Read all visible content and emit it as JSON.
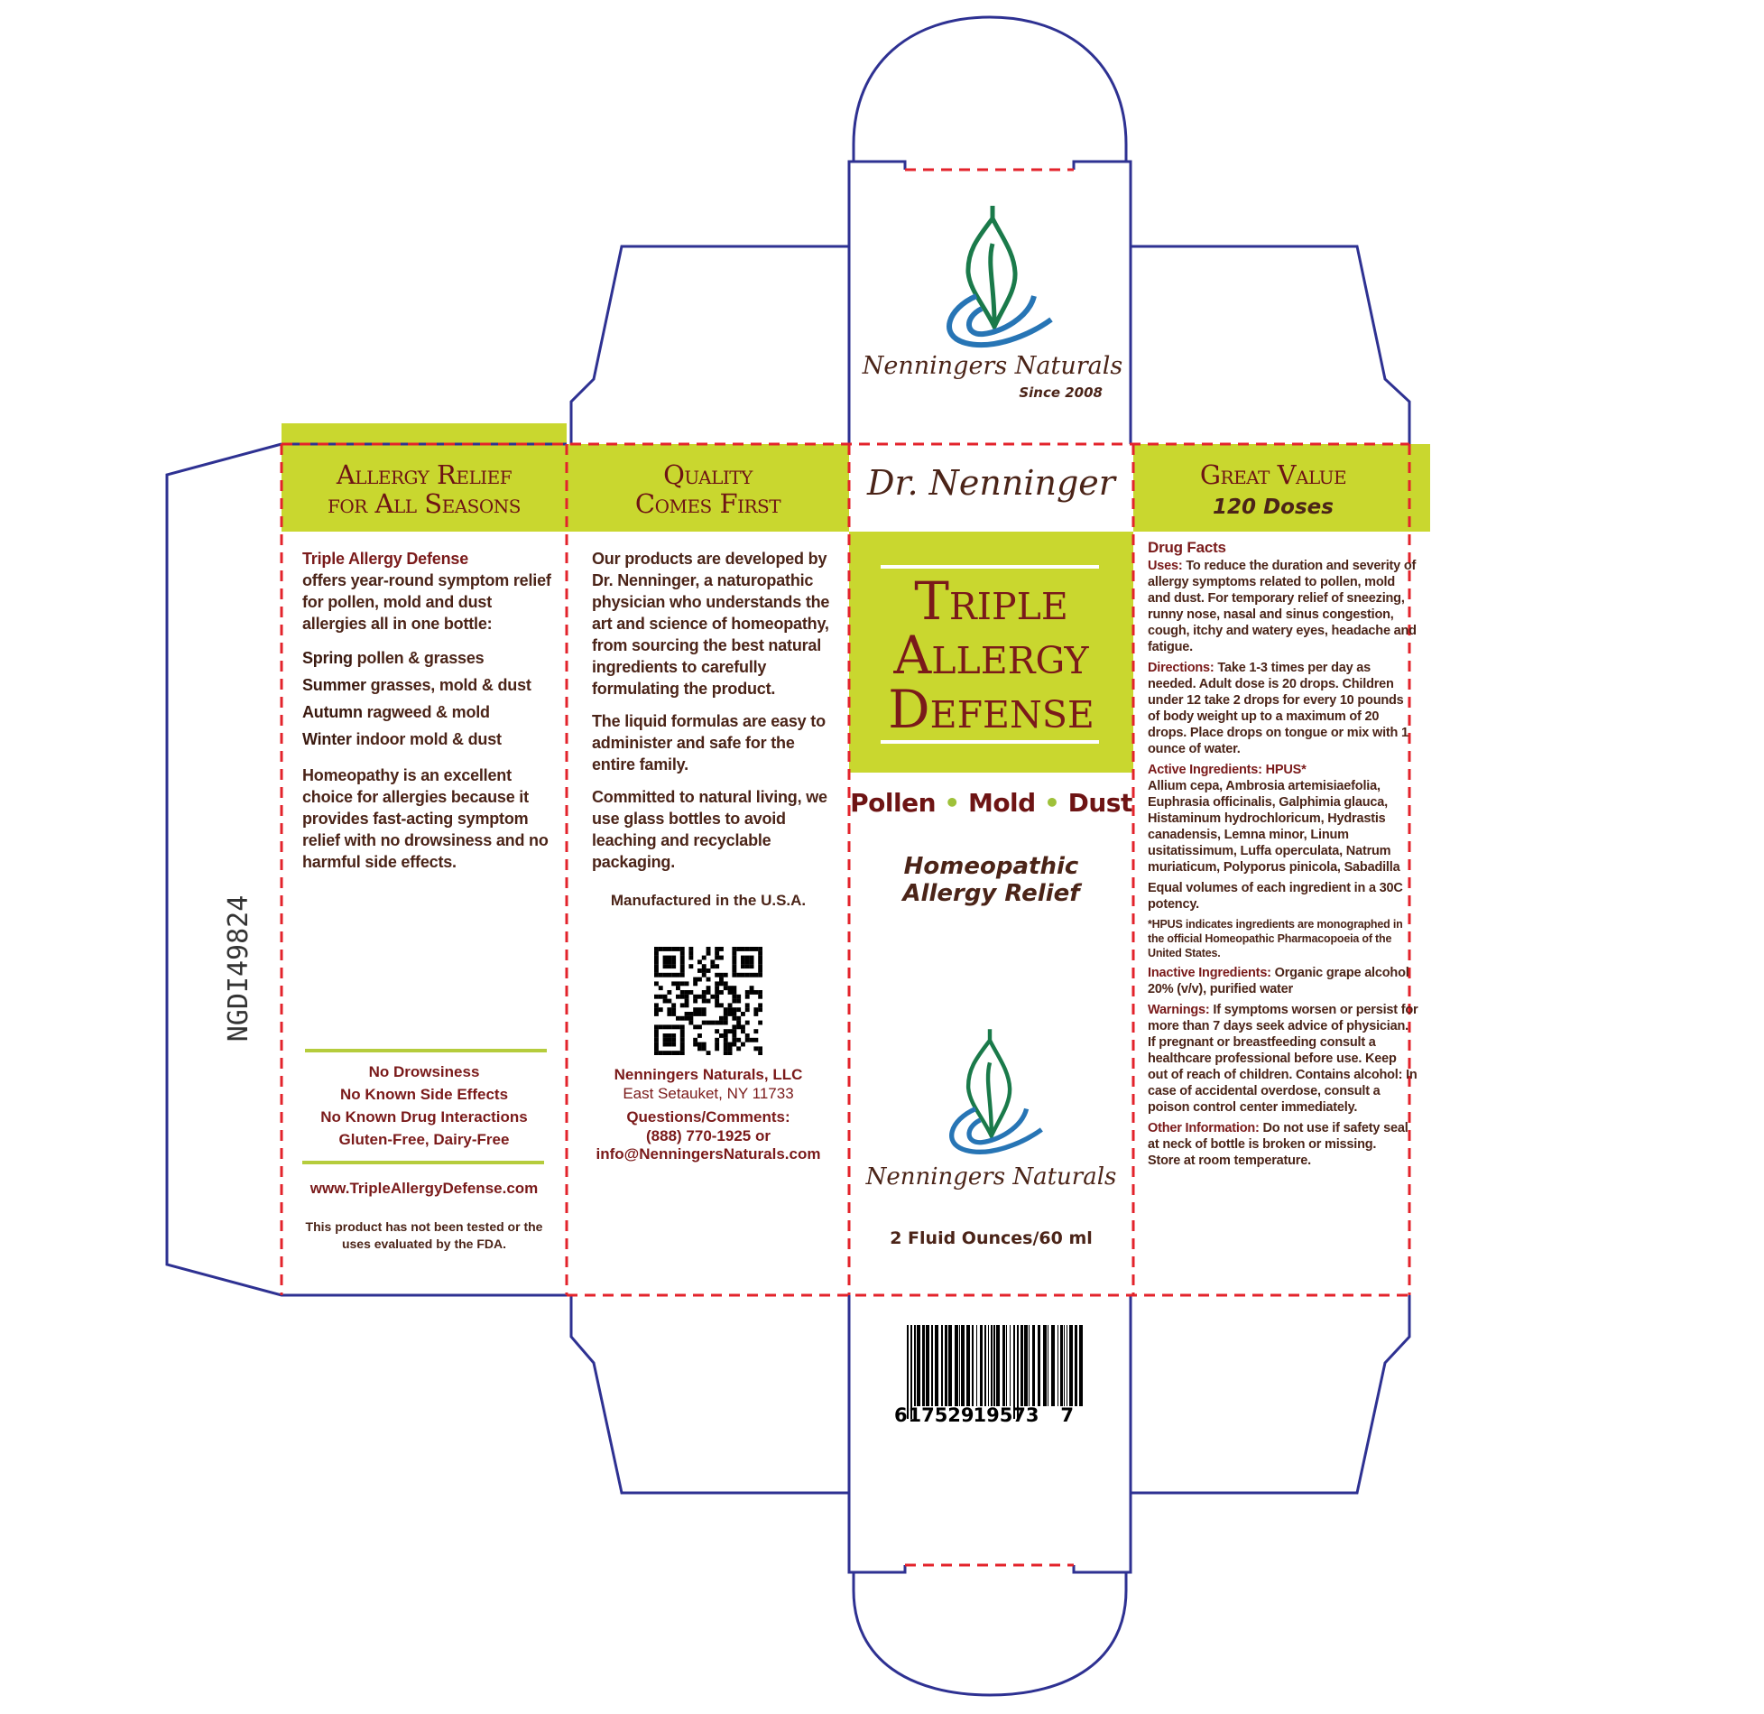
{
  "colors": {
    "outline": "#2e3192",
    "cut_line": "#e3232b",
    "accent": "#c9d72f",
    "maroon": "#7a1a1a",
    "brown": "#4b2418",
    "leaf": "#1a7a4a",
    "water": "#2775b5"
  },
  "lot_code": "NGDI49824",
  "top_flap": {
    "brand": "Nenningers Naturals",
    "since": "Since 2008"
  },
  "panel_seasons": {
    "heading_line1": "Allergy Relief",
    "heading_line2": "for All Seasons",
    "intro_bold": "Triple Allergy Defense",
    "intro_rest": "offers year-round symptom relief for pollen, mold and dust allergies all in one bottle:",
    "seasons": [
      {
        "season": "Spring",
        "desc": "pollen & grasses"
      },
      {
        "season": "Summer",
        "desc": "grasses, mold & dust"
      },
      {
        "season": "Autumn",
        "desc": "ragweed & mold"
      },
      {
        "season": "Winter",
        "desc": "indoor mold & dust"
      }
    ],
    "homeopathy": "Homeopathy is an excellent choice for allergies because it provides fast-acting symptom relief with no drowsiness and no harmful side effects.",
    "claims": [
      "No Drowsiness",
      "No Known Side Effects",
      "No Known Drug Interactions",
      "Gluten-Free, Dairy-Free"
    ],
    "website": "www.TripleAllergyDefense.com",
    "fda": "This product has not been tested or the uses evaluated by the FDA."
  },
  "panel_quality": {
    "heading_line1": "Quality",
    "heading_line2": "Comes First",
    "paragraphs": [
      "Our products are developed by Dr. Nenninger, a naturopathic physician who understands the art and science of homeopathy, from sourcing the best natural ingredients to carefully formulating the product.",
      "The liquid formulas are easy to administer and safe for the entire family.",
      "Committed to natural living, we use glass bottles to avoid leaching and recyclable packaging."
    ],
    "made_in": "Manufactured in the U.S.A.",
    "company": "Nenningers Naturals, LLC",
    "address": "East Setauket, NY 11733",
    "questions": "Questions/Comments:",
    "phone": "(888) 770-1925 or",
    "email": "info@NenningersNaturals.com"
  },
  "panel_front": {
    "doctor": "Dr. Nenninger",
    "title": [
      "Triple",
      "Allergy",
      "Defense"
    ],
    "targets": [
      "Pollen",
      "Mold",
      "Dust"
    ],
    "subtitle1": "Homeopathic",
    "subtitle2": "Allergy Relief",
    "brand": "Nenningers Naturals",
    "volume": "2 Fluid Ounces/60 ml"
  },
  "barcode": {
    "digits": [
      "6",
      "17529",
      "19573",
      "7"
    ]
  },
  "panel_facts": {
    "heading_line1": "Great Value",
    "heading_line2": "120 Doses",
    "title": "Drug Facts",
    "uses_label": "Uses:",
    "uses": "To reduce the duration and severity of allergy symptoms related to pollen, mold and dust. For temporary relief of sneezing, runny nose, nasal and sinus congestion, cough, itchy and watery eyes, headache and fatigue.",
    "directions_label": "Directions:",
    "directions_1": "Take 1-3 times per day as needed.",
    "directions_2": "Adult dose is 20 drops.",
    "directions_3": "Children under 12",
    "directions_4": "take 2 drops for every 10 pounds of body weight up to a maximum of 20 drops. Place drops on tongue or mix with 1 ounce of water.",
    "active_label": "Active Ingredients:",
    "active_hpus": "HPUS*",
    "active": "Allium cepa, Ambrosia artemisiaefolia, Euphrasia officinalis, Galphimia glauca, Histaminum hydrochloricum, Hydrastis canadensis, Lemna minor, Linum usitatissimum, Luffa operculata, Natrum muriaticum, Polyporus pinicola, Sabadilla",
    "equal": "Equal volumes of each ingredient in a 30C potency.",
    "hpus_note": "*HPUS indicates ingredients are monographed in the official Homeopathic Pharmacopoeia of the United States.",
    "inactive_label": "Inactive Ingredients:",
    "inactive": "Organic grape alcohol 20% (v/v), purified water",
    "warnings_label": "Warnings:",
    "warn_1": "If symptoms worsen or persist",
    "warn_2": "for more than 7 days seek advice of physician.",
    "warn_3": "If pregnant or breastfeeding",
    "warn_4": "consult a healthcare professional before use.",
    "warn_5": "Keep out of reach of children.",
    "warn_6": "Contains alcohol:",
    "warn_7": "In case of accidental overdose, consult a poison control center immediately.",
    "other_label": "Other Information:",
    "other_1": "Do not use",
    "other_2": "if safety seal at neck of bottle is broken or missing.",
    "other_3": "Store at room temperature."
  }
}
